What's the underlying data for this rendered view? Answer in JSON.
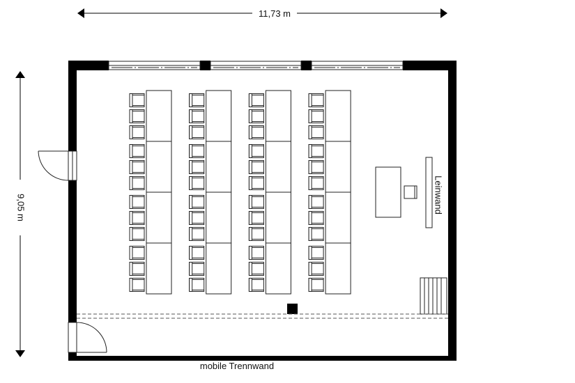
{
  "plan": {
    "width_dimension": "11,73 m",
    "height_dimension": "9,05 m",
    "screen_label": "Leinwand",
    "partition_label": "mobile Trennwand"
  },
  "seating": {
    "table_columns": 4,
    "tables_per_column": 4,
    "chairs_per_table": 3
  },
  "colors": {
    "wall": "#000000",
    "line": "#222222",
    "background": "#ffffff"
  }
}
